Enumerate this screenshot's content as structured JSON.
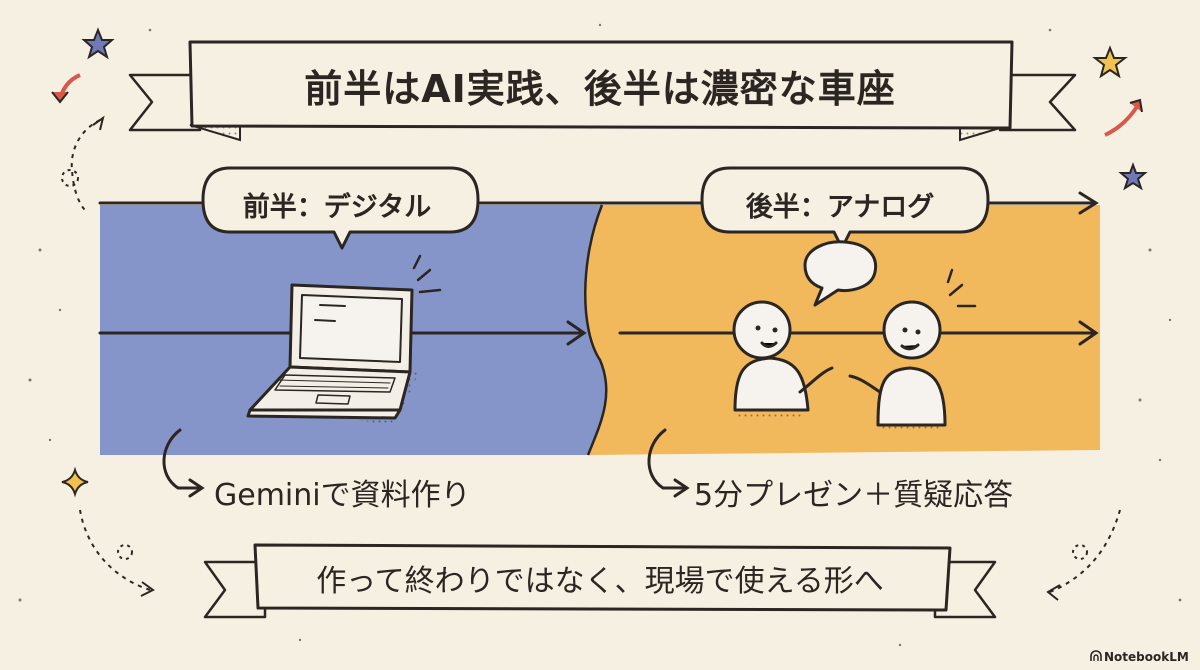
{
  "banner": {
    "title": "前半はAI実践、後半は濃密な車座"
  },
  "first_half": {
    "label": "前半：デジタル",
    "caption": "Geminiで資料作り",
    "color": "#8595c9",
    "icon": "laptop-icon"
  },
  "second_half": {
    "label": "後半：アナログ",
    "caption": "5分プレゼン＋質疑応答",
    "color": "#f1b85c",
    "icon": "two-people-talking-icon"
  },
  "footer": {
    "text": "作って終わりではなく、現場で使える形へ"
  },
  "branding": {
    "name": "NotebookLM"
  },
  "colors": {
    "ink": "#2b2622",
    "paper": "#f6f0e3",
    "accent_red": "#d9584a",
    "accent_yellow": "#f2c14e",
    "accent_blue": "#6f78b8"
  }
}
